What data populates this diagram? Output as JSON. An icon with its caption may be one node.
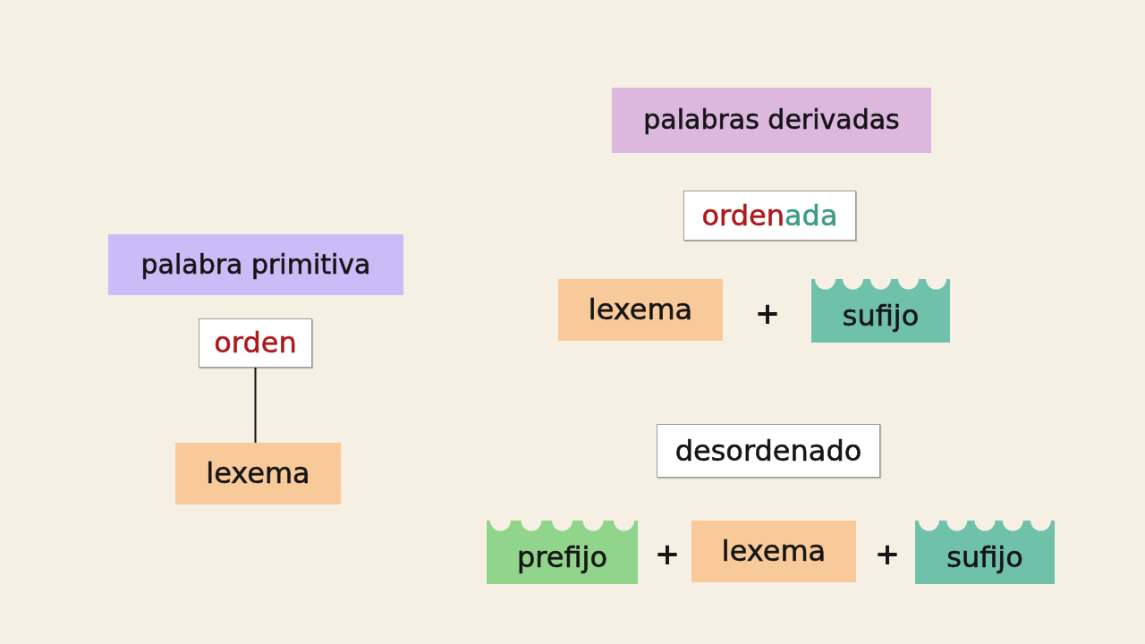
{
  "diagram": {
    "nodes": [
      {
        "text": [
          "palabra primitiva"
        ]
      },
      {
        "text": [
          "orden"
        ]
      },
      {
        "text": [
          "lexema"
        ]
      },
      {
        "text": [
          "palabras derivadas"
        ]
      },
      {
        "text": [
          "ordenada"
        ]
      },
      {
        "text": [
          "lexema"
        ]
      },
      {
        "text": [
          "sufijo"
        ]
      },
      {
        "text": [
          "desordenado"
        ]
      },
      {
        "text": [
          "prefijo"
        ]
      },
      {
        "text": [
          "lexema"
        ]
      },
      {
        "text": [
          "sufijo"
        ]
      }
    ],
    "edges": [
      {
        "from": 1,
        "to": 2,
        "arrow": "none"
      }
    ],
    "labels": [
      "+",
      "+",
      "+"
    ]
  }
}
